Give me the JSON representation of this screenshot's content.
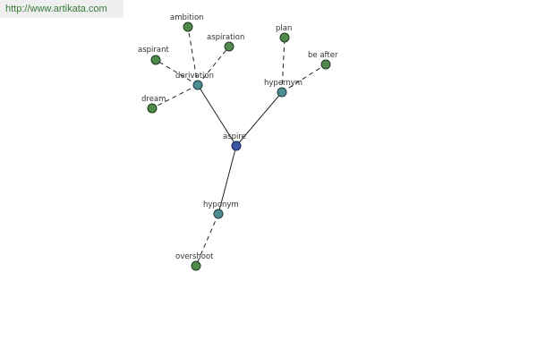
{
  "watermark": "http://www.artikata.com",
  "graph": {
    "root": "aspire",
    "categories": [
      "derivation",
      "hypernym",
      "hyponym"
    ],
    "leaves": {
      "derivation": [
        "ambition",
        "aspirant",
        "aspiration",
        "dream"
      ],
      "hypernym": [
        "plan",
        "be after"
      ],
      "hyponym": [
        "overshoot"
      ]
    }
  },
  "colors": {
    "root": "#3a58a8",
    "category": "#4d8c92",
    "leaf": "#4f8a4a",
    "watermark_text": "#3a7a3a"
  }
}
